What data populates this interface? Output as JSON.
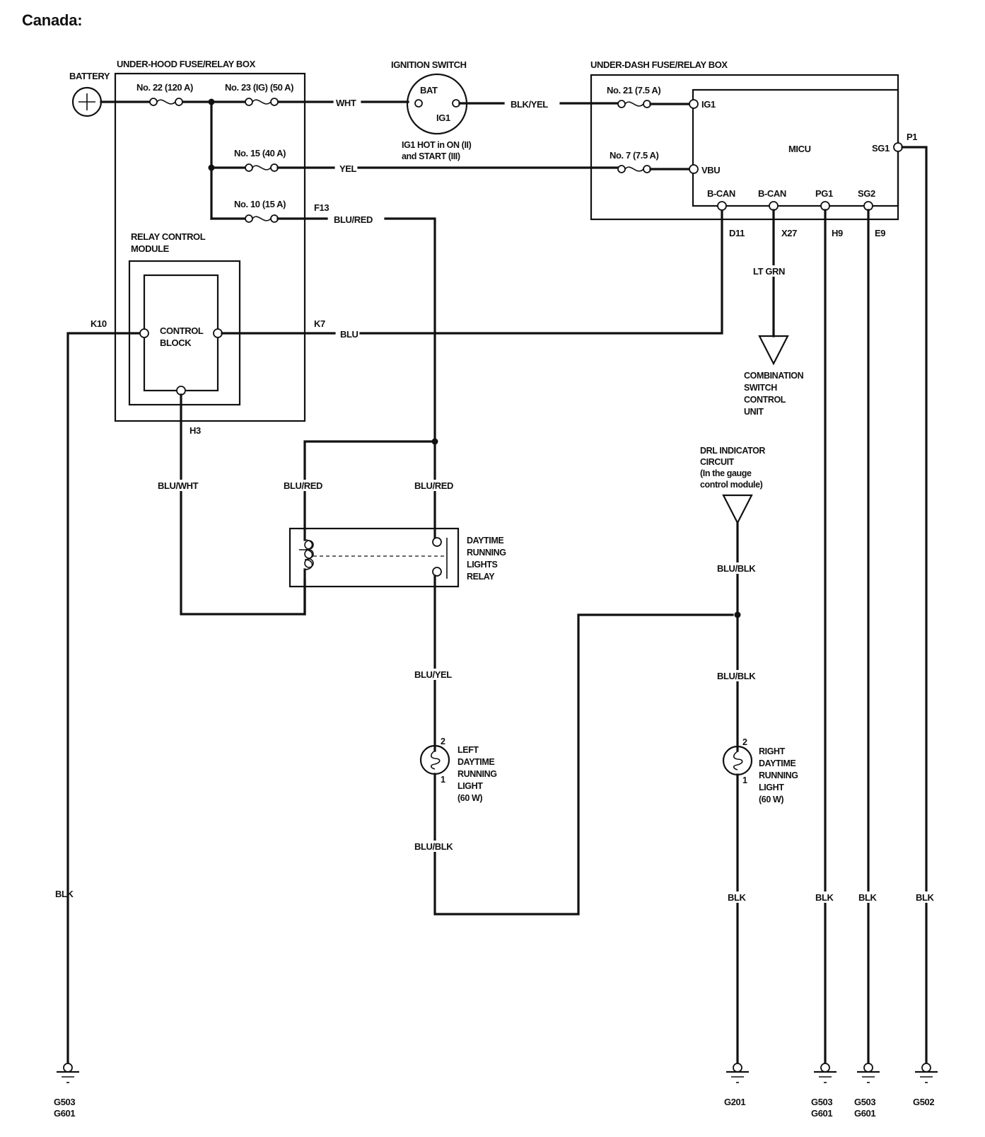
{
  "title": "Canada:",
  "components": {
    "battery": {
      "label": "BATTERY",
      "icon": "battery-plus-icon"
    },
    "underhood_box": {
      "label": "UNDER-HOOD FUSE/RELAY BOX",
      "fuses": [
        {
          "id": "fuse-22",
          "label": "No. 22 (120 A)"
        },
        {
          "id": "fuse-23",
          "label": "No. 23 (IG) (50 A)"
        },
        {
          "id": "fuse-15",
          "label": "No. 15 (40 A)"
        },
        {
          "id": "fuse-10",
          "label": "No. 10 (15 A)"
        }
      ],
      "terminal_f13": "F13",
      "terminal_k10": "K10",
      "terminal_k7": "K7",
      "terminal_h3": "H3"
    },
    "relay_control_module": {
      "label_line1": "RELAY CONTROL",
      "label_line2": "MODULE",
      "block_line1": "CONTROL",
      "block_line2": "BLOCK"
    },
    "ignition_switch": {
      "label": "IGNITION SWITCH",
      "bat": "BAT",
      "ig1": "IG1",
      "note_line1": "IG1 HOT in ON (II)",
      "note_line2": "and START (III)"
    },
    "underdash_box": {
      "label": "UNDER-DASH FUSE/RELAY BOX",
      "fuses": [
        {
          "id": "fuse-21",
          "label": "No. 21 (7.5 A)"
        },
        {
          "id": "fuse-7",
          "label": "No. 7 (7.5 A)"
        }
      ],
      "micu": {
        "label": "MICU",
        "pins": {
          "ig1": "IG1",
          "vbu": "VBU",
          "sg1": "SG1",
          "bcan1": "B-CAN",
          "bcan2": "B-CAN",
          "pg1": "PG1",
          "sg2": "SG2"
        }
      },
      "terminals": {
        "p1": "P1",
        "d11": "D11",
        "x27": "X27",
        "h9": "H9",
        "e9": "E9"
      }
    },
    "combination_switch": {
      "line1": "COMBINATION",
      "line2": "SWITCH",
      "line3": "CONTROL",
      "line4": "UNIT"
    },
    "drl_indicator": {
      "line1": "DRL INDICATOR",
      "line2": "CIRCUIT",
      "line3": "(In the gauge",
      "line4": "control module)"
    },
    "drl_relay": {
      "line1": "DAYTIME",
      "line2": "RUNNING",
      "line3": "LIGHTS",
      "line4": "RELAY"
    },
    "left_drl": {
      "pin2": "2",
      "pin1": "1",
      "line1": "LEFT",
      "line2": "DAYTIME",
      "line3": "RUNNING",
      "line4": "LIGHT",
      "line5": "(60 W)"
    },
    "right_drl": {
      "pin2": "2",
      "pin1": "1",
      "line1": "RIGHT",
      "line2": "DAYTIME",
      "line3": "RUNNING",
      "line4": "LIGHT",
      "line5": "(60 W)"
    }
  },
  "wires": {
    "wht": "WHT",
    "blk_yel": "BLK/YEL",
    "yel": "YEL",
    "blu_red_top": "BLU/RED",
    "blu": "BLU",
    "lt_grn": "LT GRN",
    "blu_wht": "BLU/WHT",
    "blu_red_left": "BLU/RED",
    "blu_red_right": "BLU/RED",
    "blu_yel": "BLU/YEL",
    "blu_blk_left": "BLU/BLK",
    "blu_blk_upper": "BLU/BLK",
    "blu_blk_lower": "BLU/BLK",
    "blk_k10": "BLK",
    "blk_rdrl": "BLK",
    "blk_h9": "BLK",
    "blk_e9": "BLK",
    "blk_p1": "BLK"
  },
  "grounds": [
    {
      "id": "ground-k10",
      "line1": "G503",
      "line2": "G601"
    },
    {
      "id": "ground-rdrl",
      "line1": "G201",
      "line2": ""
    },
    {
      "id": "ground-h9",
      "line1": "G503",
      "line2": "G601"
    },
    {
      "id": "ground-e9",
      "line1": "G503",
      "line2": "G601"
    },
    {
      "id": "ground-p1",
      "line1": "G502",
      "line2": ""
    }
  ]
}
